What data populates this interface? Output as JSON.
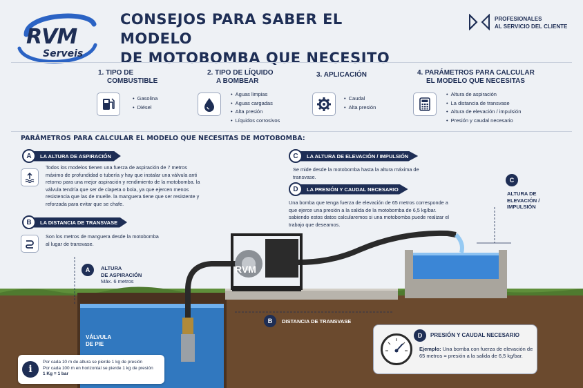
{
  "brand": {
    "line1": "RVM",
    "line2": "Serveis"
  },
  "title": {
    "line1": "CONSEJOS PARA SABER EL MODELO",
    "line2": "DE MOTOBOMBA QUE NECESITO"
  },
  "tagline": {
    "line1": "PROFESIONALES",
    "line2": "AL SERVICIO DEL CLIENTE"
  },
  "sections": [
    {
      "head1": "1.  TIPO DE",
      "head2": "COMBUSTIBLE",
      "icon": "fuel-pump-icon",
      "items": [
        "Gasolina",
        "Diésel"
      ]
    },
    {
      "head1": "2.  TIPO DE LÍQUIDO",
      "head2": "A BOMBEAR",
      "icon": "water-drop-icon",
      "items": [
        "Aguas limpias",
        "Aguas cargadas",
        "Alta presión",
        "Líquidos corrosivos"
      ]
    },
    {
      "head1": "3.  APLICACIÓN",
      "head2": "",
      "icon": "gear-icon",
      "items": [
        "Caudal",
        "Alta presión"
      ]
    },
    {
      "head1": "4.  PARÁMETROS PARA CALCULAR",
      "head2": "EL MODELO QUE NECESITAS",
      "icon": "calculator-icon",
      "items": [
        "Altura de aspiración",
        "La distancia de transvase",
        "Altura de elevación / impulsión",
        "Presión y caudal necesario"
      ]
    }
  ],
  "params_title": "PARÁMETROS PARA CALCULAR EL MODELO QUE NECESITAS DE MOTOBOMBA:",
  "params": {
    "A": {
      "letter": "A",
      "label": "LA ALTURA DE ASPIRACIÓN",
      "text": "Todos los modelos tienen una fuerza de aspiración de 7 metros máximo de profundidad o tubería y hay que instalar una válvula anti retorno para una mejor aspiración y rendimiento de la motobomba. la válvula tendría que ser de clapeta o bola, ya que ejercen menos resistencia que las de muelle. la manguera tiene que ser resistente y reforzada para evitar que se chafe."
    },
    "B": {
      "letter": "B",
      "label": "LA DISTANCIA DE TRANSVASE",
      "text": "Son los metros de manguera desde la motobomba al lugar de transvase."
    },
    "C": {
      "letter": "C",
      "label": "LA ALTURA DE ELEVACIÓN / IMPULSIÓN",
      "text": "Se mide desde la motobomba hasta la altura máxima de transvase."
    },
    "D": {
      "letter": "D",
      "label": "LA PRESIÓN Y CAUDAL NECESARIO",
      "text": "Una bomba que tenga fuerza de elevación de 65 metros corresponde a que ejerce una presión a la salida de la motobomba de 6,5 kg/bar. sabiendo estos datos calcularemos si una motobomba puede realizar el trabajo que deseamos."
    }
  },
  "scene": {
    "a_label1": "ALTURA",
    "a_label2": "DE ASPIRACIÓN",
    "a_sub": "Máx. 6 metros",
    "b_label": "DISTANCIA DE TRANSVASE",
    "c_label1": "ALTURA DE",
    "c_label2": "ELEVACIÓN /",
    "c_label3": "IMPULSIÓN",
    "valve1": "VÁLVULA",
    "valve2": "DE PIE",
    "pump_brand": "RVM"
  },
  "info": {
    "line1": "Por cada 10 m de altura se pierde 1 kg de presión",
    "line2": "Por cada 100 m en horizontal se pierde 1 kg de presión",
    "line3": "1 Kg = 1 bar"
  },
  "dbox": {
    "letter": "D",
    "title": "PRESIÓN Y CAUDAL NECESARIO",
    "bold": "Ejemplo:",
    "text": " Una bomba con fuerza de elevación de 65 metros = presión a la salida de 6,5 kg/bar."
  },
  "colors": {
    "navy": "#1e2e55",
    "water": "#2f7fd0",
    "soil": "#6b4a2e",
    "grass": "#5f8f3a",
    "concrete": "#b8b4ac"
  }
}
